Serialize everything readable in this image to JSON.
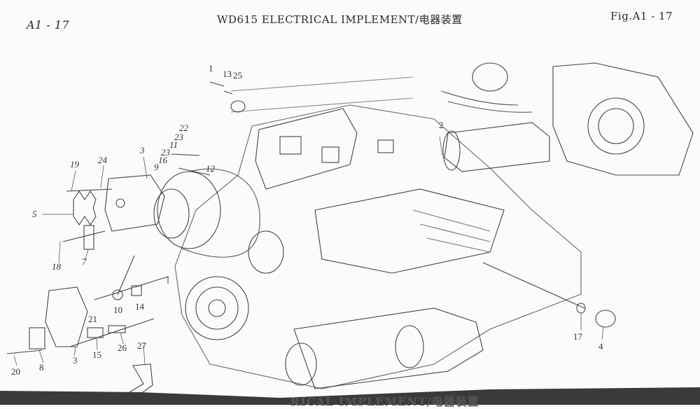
{
  "header": {
    "page_number": "A1 - 17",
    "title": "WD615 ELECTRICAL IMPLEMENT/电器装置",
    "figure": "Fig.A1 - 17"
  },
  "callouts": {
    "c1": "1",
    "c13": "13",
    "c25": "25",
    "c22": "22",
    "c23a": "23",
    "c11": "11",
    "c23b": "23",
    "c16": "16",
    "c9": "9",
    "c12": "12",
    "c3a": "3",
    "c19": "19",
    "c24": "24",
    "c5": "5",
    "c18": "18",
    "c7": "7",
    "c21": "21",
    "c10": "10",
    "c14": "14",
    "c3b": "3",
    "c15": "15",
    "c26": "26",
    "c27": "27",
    "c8": "8",
    "c20": "20",
    "c2": "2",
    "c17": "17",
    "c4": "4"
  },
  "bleed_through": "RICAL IMPLEMENT/电器装置"
}
